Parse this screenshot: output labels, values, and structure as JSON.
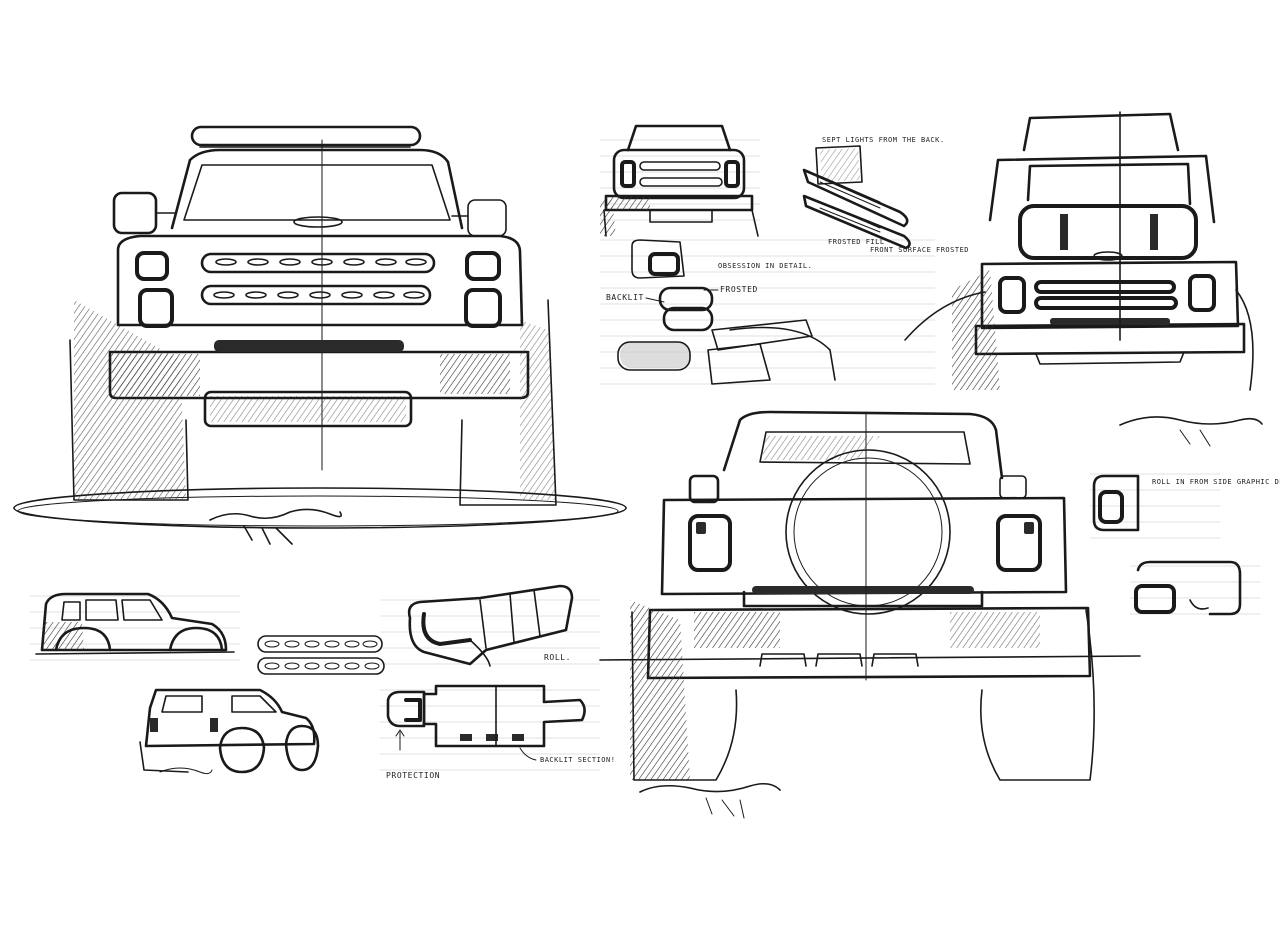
{
  "sheet": {
    "background": "#ffffff",
    "ink_color": "#1a1a1a",
    "paper_line_color": "#d9d9d9"
  },
  "annotations": {
    "rear_lights_note_1": "SEPT LIGHTS FROM THE BACK.",
    "rear_lights_note_2": "FROSTED FILL",
    "rear_lights_note_3": "FRONT SURFACE FROSTED",
    "obsession_note": "OBSESSION IN DETAIL.",
    "backlit_label": "BACKLIT",
    "frosted_label": "FROSTED",
    "roll_label": "ROLL.",
    "protection_label": "PROTECTION",
    "backlit_section_label": "BACKLIT SECTION!",
    "side_graphic_note": "ROLL IN FROM SIDE GRAPHIC DETAIL"
  }
}
